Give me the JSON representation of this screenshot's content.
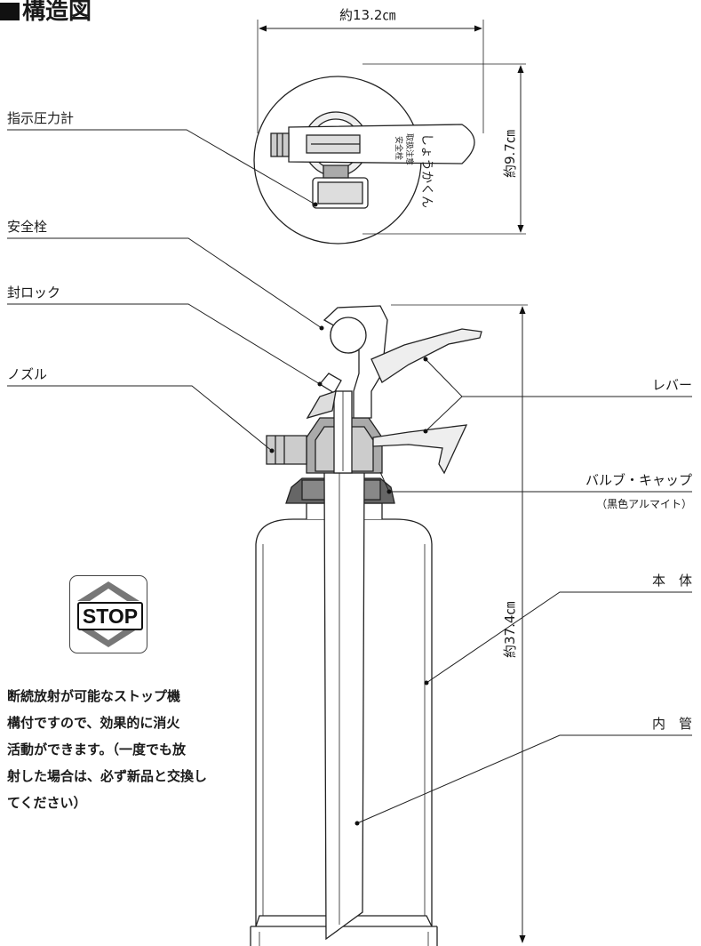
{
  "title": "構造図",
  "dimensions": {
    "top_width": "約13.2㎝",
    "top_depth": "約9.7㎝",
    "height": "約37.4㎝"
  },
  "labels": {
    "pressure_gauge": "指示圧力計",
    "safety_pin": "安全栓",
    "seal_lock": "封ロック",
    "nozzle": "ノズル",
    "lever": "レバー",
    "valve_cap": "バルブ・キャップ",
    "valve_cap_note": "（黒色アルマイト）",
    "body": "本　体",
    "inner_tube": "内　管"
  },
  "top_view_text": {
    "pin_mark_1": "安全栓",
    "pin_mark_2": "取扱注意",
    "pin_brand": "しょうかくん"
  },
  "stop_badge": {
    "text": "STOP"
  },
  "description": [
    "断続放射が可能なストップ機",
    "構付ですので、効果的に消火",
    "活動ができます。（一度でも放",
    "射した場合は、必ず新品と交換し",
    "てください）"
  ]
}
